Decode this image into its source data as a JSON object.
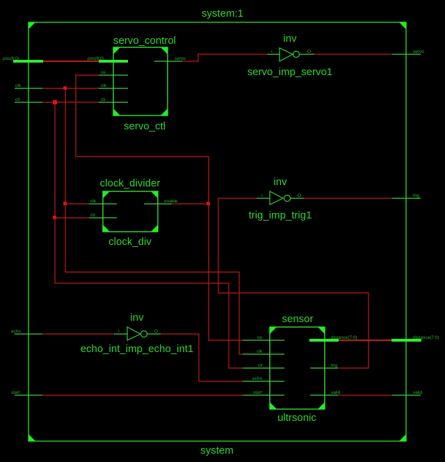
{
  "schematic": {
    "title": "system:1",
    "footer": "system",
    "ports_in": {
      "pos": "pos(6:0)",
      "clk": "clk",
      "clr": "clr",
      "echo": "echo",
      "start": "start"
    },
    "ports_out": {
      "servo": "servo",
      "trig": "trig",
      "distance": "distance(7:0)",
      "valid": "valid"
    },
    "blocks": {
      "servo": {
        "type": "servo_control",
        "instance": "servo_ctl",
        "pins_in": {
          "pos": "pos(6:0)",
          "ce": "ce",
          "clk": "clk",
          "clr": "clr"
        },
        "pins_out": {
          "servo": "servo"
        }
      },
      "clock": {
        "type": "clock_divider",
        "instance": "clock_div",
        "pins_in": {
          "clk": "clk",
          "clr": "clr"
        },
        "pins_out": {
          "enable": "enable"
        }
      },
      "sensor": {
        "type": "sensor",
        "instance": "ultrsonic",
        "pins_in": {
          "ce": "ce",
          "clk": "clk",
          "clr": "clr",
          "echo": "echo",
          "start": "start"
        },
        "pins_out": {
          "distance": "distance(7:0)",
          "trig": "trig",
          "valid": "valid"
        }
      }
    },
    "inverters": {
      "servo": {
        "type": "inv",
        "instance": "servo_imp_servo1",
        "in": "I",
        "out": "O"
      },
      "trig": {
        "type": "inv",
        "instance": "trig_imp_trig1",
        "in": "I",
        "out": "O"
      },
      "echo": {
        "type": "inv",
        "instance": "echo_int_imp_echo_int1",
        "in": "I",
        "out": "O"
      }
    },
    "colors": {
      "component": "#2ed62e",
      "wire": "#c21b1b",
      "background": "#000000"
    }
  }
}
